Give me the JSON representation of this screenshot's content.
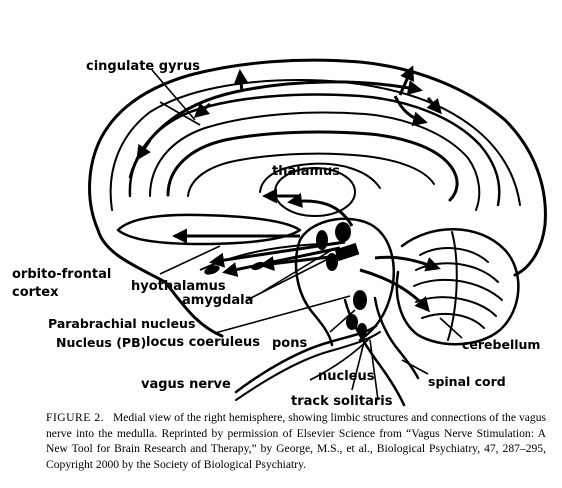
{
  "labels": {
    "cingulate_gyrus": "cingulate gyrus",
    "thalamus": "thalamus",
    "orbito_frontal": "orbito-frontal",
    "cortex": "cortex",
    "hyothalamus": "hyothalamus",
    "amygdala": "amygdala",
    "parabrachial_line1": "Parabrachial nucleus",
    "parabrachial_line2": "Nucleus (PB)",
    "locus_coeruleus": "locus coeruleus",
    "pons": "pons",
    "cerebellum": "cerebellum",
    "vagus_nerve": "vagus nerve",
    "nucleus": "nucleus",
    "track_solitaris": "track solitaris",
    "spinal_cord": "spinal cord"
  },
  "caption": {
    "figure_label": "FIGURE 2.",
    "text": "Medial view of the right hemisphere, showing limbic structures and connections of the vagus nerve into the medulla. Reprinted by permission of Elsevier Science from “Vagus Nerve Stimulation: A New Tool for Brain Research and Therapy,” by George, M.S., et al., Biological Psychiatry, 47, 287–295, Copyright 2000 by the Society of Biological Psychiatry."
  }
}
